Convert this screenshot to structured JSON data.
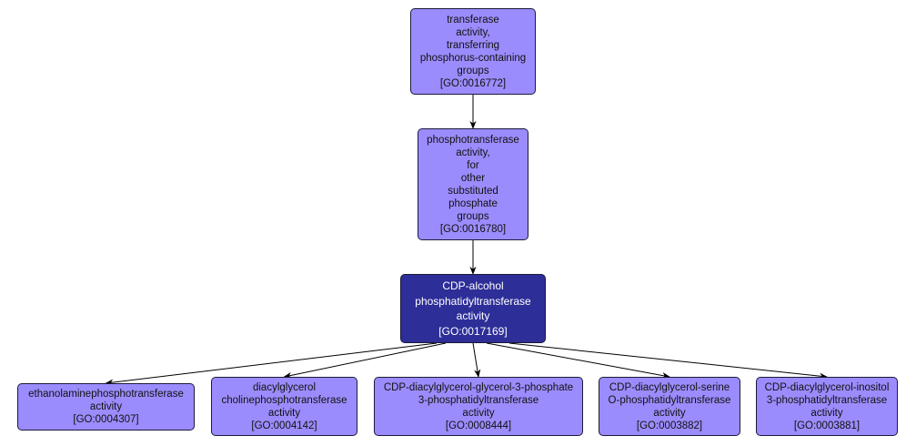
{
  "diagram": {
    "type": "GO term hierarchy",
    "colors": {
      "node_fill": "#9b8cfd",
      "selected_fill": "#2e2e99",
      "edge": "#000000"
    },
    "nodes": [
      {
        "id": "GO:0016772",
        "lines": [
          "transferase",
          "activity,",
          "transferring",
          "phosphorus-containing",
          "groups",
          "[GO:0016772]"
        ]
      },
      {
        "id": "GO:0016780",
        "lines": [
          "phosphotransferase",
          "activity,",
          "for",
          "other",
          "substituted",
          "phosphate",
          "groups",
          "[GO:0016780]"
        ]
      },
      {
        "id": "GO:0017169",
        "selected": true,
        "lines": [
          "CDP-alcohol",
          "phosphatidyltransferase",
          "activity",
          "[GO:0017169]"
        ]
      },
      {
        "id": "GO:0004307",
        "lines": [
          "ethanolaminephosphotransferase",
          "activity",
          "[GO:0004307]"
        ]
      },
      {
        "id": "GO:0004142",
        "lines": [
          "diacylglycerol",
          "cholinephosphotransferase",
          "activity",
          "[GO:0004142]"
        ]
      },
      {
        "id": "GO:0008444",
        "lines": [
          "CDP-diacylglycerol-glycerol-3-phosphate",
          "3-phosphatidyltransferase",
          "activity",
          "[GO:0008444]"
        ]
      },
      {
        "id": "GO:0003882",
        "lines": [
          "CDP-diacylglycerol-serine",
          "O-phosphatidyltransferase",
          "activity",
          "[GO:0003882]"
        ]
      },
      {
        "id": "GO:0003881",
        "lines": [
          "CDP-diacylglycerol-inositol",
          "3-phosphatidyltransferase",
          "activity",
          "[GO:0003881]"
        ]
      }
    ],
    "edges": [
      {
        "from": "GO:0016772",
        "to": "GO:0016780"
      },
      {
        "from": "GO:0016780",
        "to": "GO:0017169"
      },
      {
        "from": "GO:0017169",
        "to": "GO:0004307"
      },
      {
        "from": "GO:0017169",
        "to": "GO:0004142"
      },
      {
        "from": "GO:0017169",
        "to": "GO:0008444"
      },
      {
        "from": "GO:0017169",
        "to": "GO:0003882"
      },
      {
        "from": "GO:0017169",
        "to": "GO:0003881"
      }
    ]
  }
}
